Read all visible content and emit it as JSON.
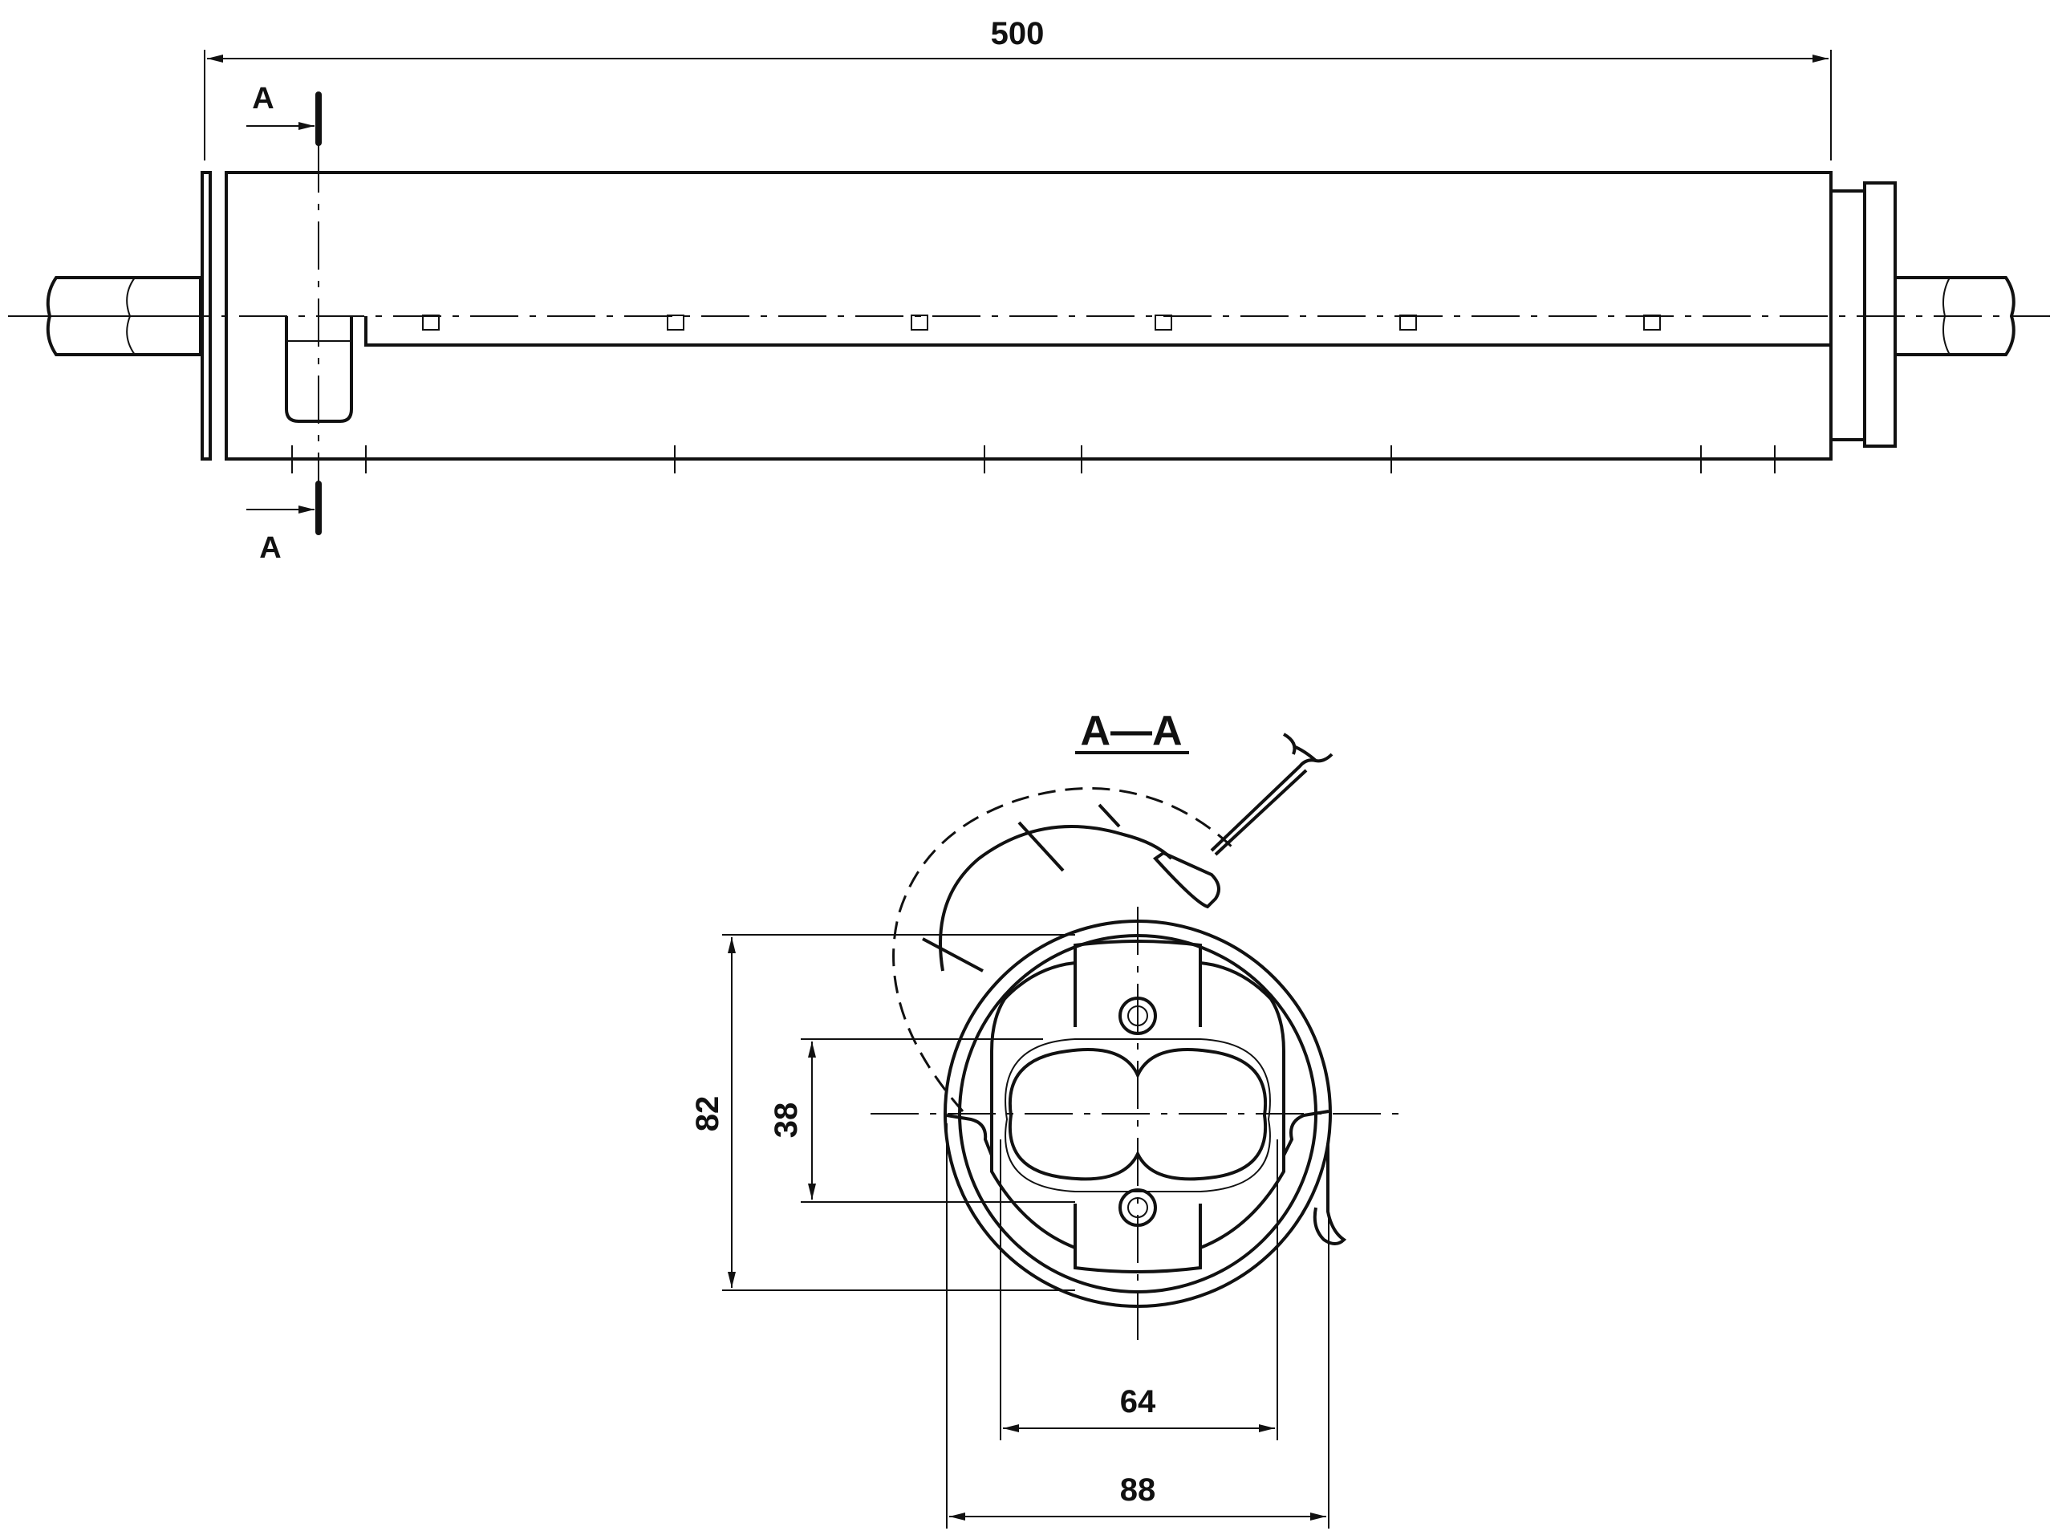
{
  "drawing": {
    "overall_length": "500",
    "section_marker_top": "A",
    "section_marker_bottom": "A",
    "section_title": "A—A",
    "dim_outer_height": "82",
    "dim_inner_height": "38",
    "dim_inner_width": "64",
    "dim_outer_width": "88"
  }
}
